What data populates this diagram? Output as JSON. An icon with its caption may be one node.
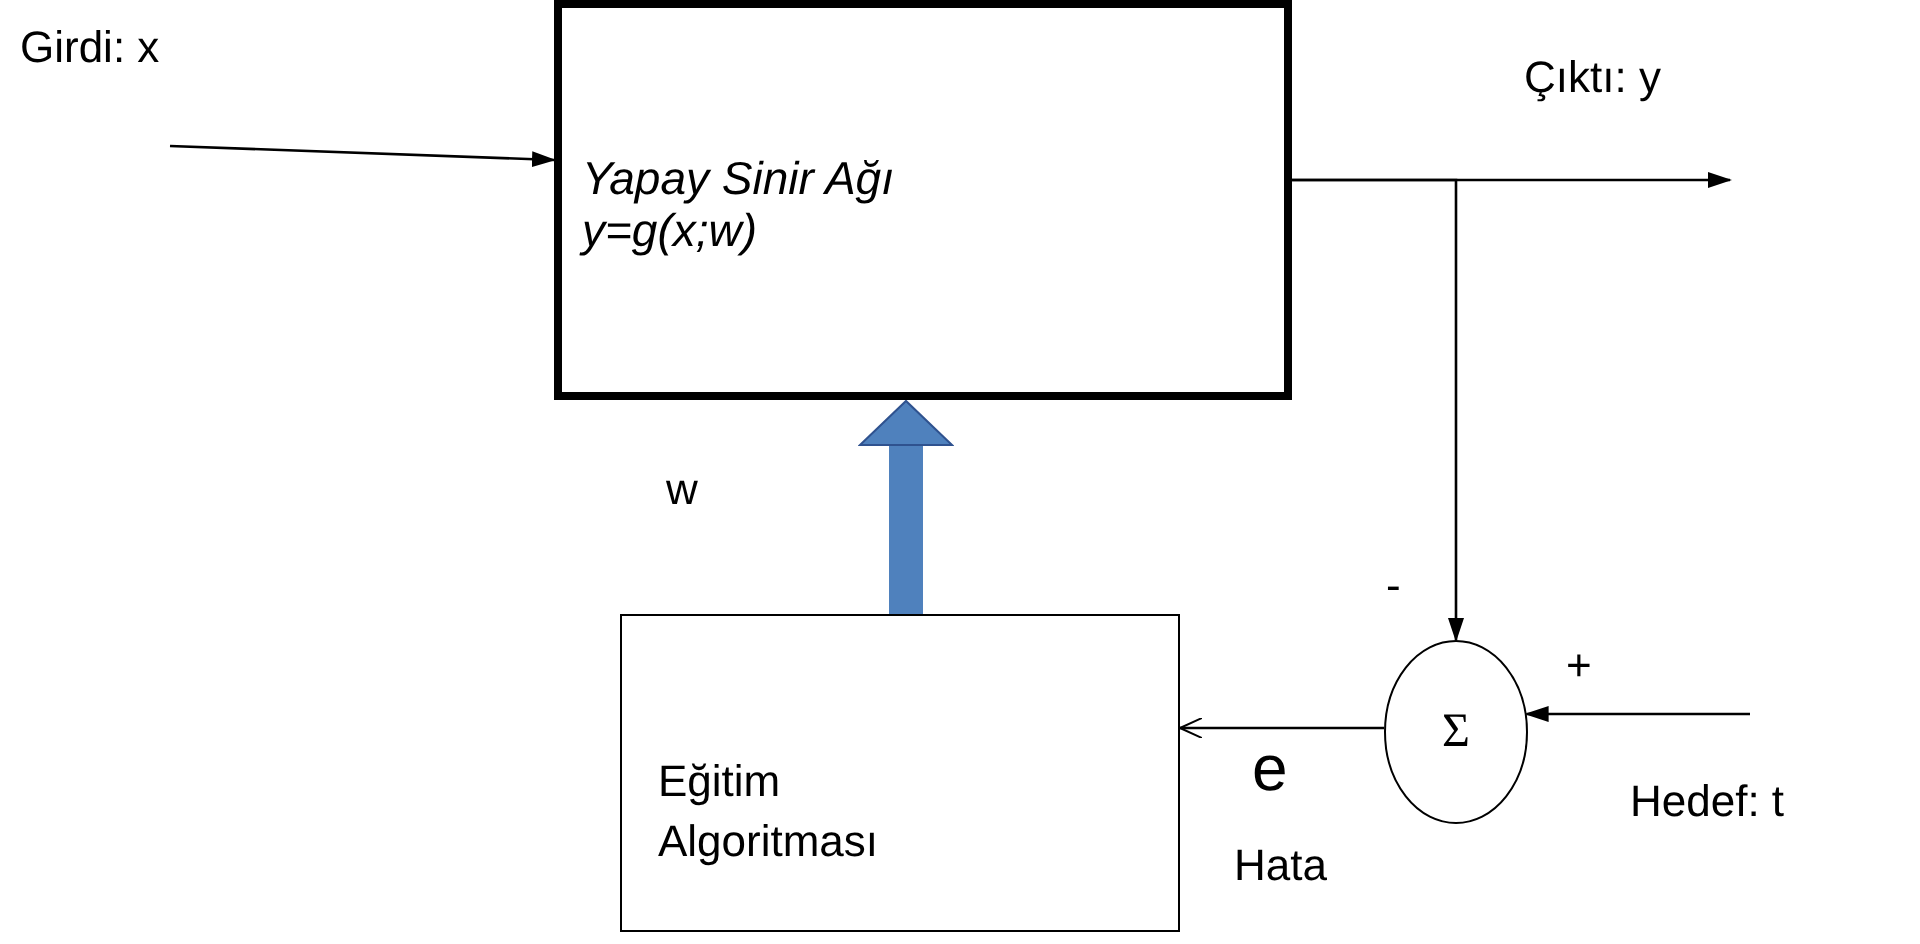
{
  "diagram": {
    "nodes": [
      {
        "text": [
          "Yapay Sinir Ağı",
          "y=g(x;w)"
        ]
      },
      {
        "text": [
          "Eğitim Algoritması"
        ]
      },
      {
        "text": [
          "Σ"
        ]
      }
    ],
    "edges": [
      {
        "from": null,
        "to": 0,
        "arrow": "to"
      },
      {
        "from": 0,
        "to": null,
        "arrow": "to"
      },
      {
        "from": 0,
        "to": 2,
        "arrow": "to"
      },
      {
        "from": null,
        "to": 2,
        "arrow": "to"
      },
      {
        "from": 2,
        "to": 1,
        "arrow": "to"
      },
      {
        "from": 1,
        "to": 0,
        "arrow": "to",
        "style": "thick",
        "color": "#4f81bd"
      }
    ],
    "labels": [
      "Girdi: x",
      "Çıktı: y",
      "w",
      "-",
      "+",
      "e",
      "Hedef: t",
      "Hata"
    ]
  }
}
